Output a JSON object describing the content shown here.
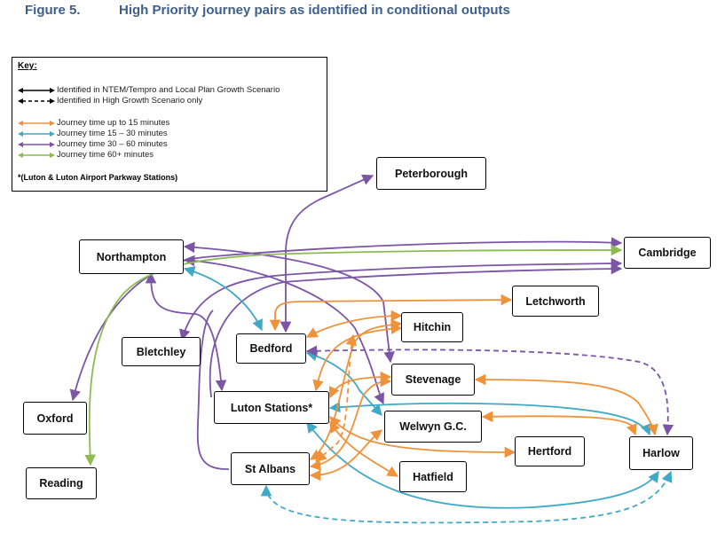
{
  "figure": {
    "number": "Figure 5.",
    "title": "High Priority journey pairs as identified in conditional outputs"
  },
  "key": {
    "title": "Key:",
    "line_styles": [
      {
        "label": "Identified in NTEM/Tempro and Local Plan Growth Scenario",
        "style": "solid"
      },
      {
        "label": "Identified in High Growth Scenario only",
        "style": "dashed"
      }
    ],
    "journey_times": [
      {
        "label": "Journey time up to 15 minutes",
        "color": "#f0923a"
      },
      {
        "label": "Journey time 15 – 30 minutes",
        "color": "#40a9c6"
      },
      {
        "label": "Journey time 30 – 60 minutes",
        "color": "#7b55a6"
      },
      {
        "label": "Journey time 60+ minutes",
        "color": "#8cbb50"
      }
    ],
    "note": "*(Luton & Luton Airport Parkway Stations)"
  },
  "nodes": {
    "peterborough": "Peterborough",
    "northampton": "Northampton",
    "cambridge": "Cambridge",
    "letchworth": "Letchworth",
    "hitchin": "Hitchin",
    "bletchley": "Bletchley",
    "bedford": "Bedford",
    "stevenage": "Stevenage",
    "luton": "Luton Stations*",
    "oxford": "Oxford",
    "welwyn": "Welwyn G.C.",
    "hertford": "Hertford",
    "harlow": "Harlow",
    "st_albans": "St Albans",
    "hatfield": "Hatfield",
    "reading": "Reading"
  },
  "colors": {
    "up_to_15": "#f0923a",
    "15_to_30": "#40a9c6",
    "30_to_60": "#7b55a6",
    "60_plus": "#8cbb50"
  }
}
